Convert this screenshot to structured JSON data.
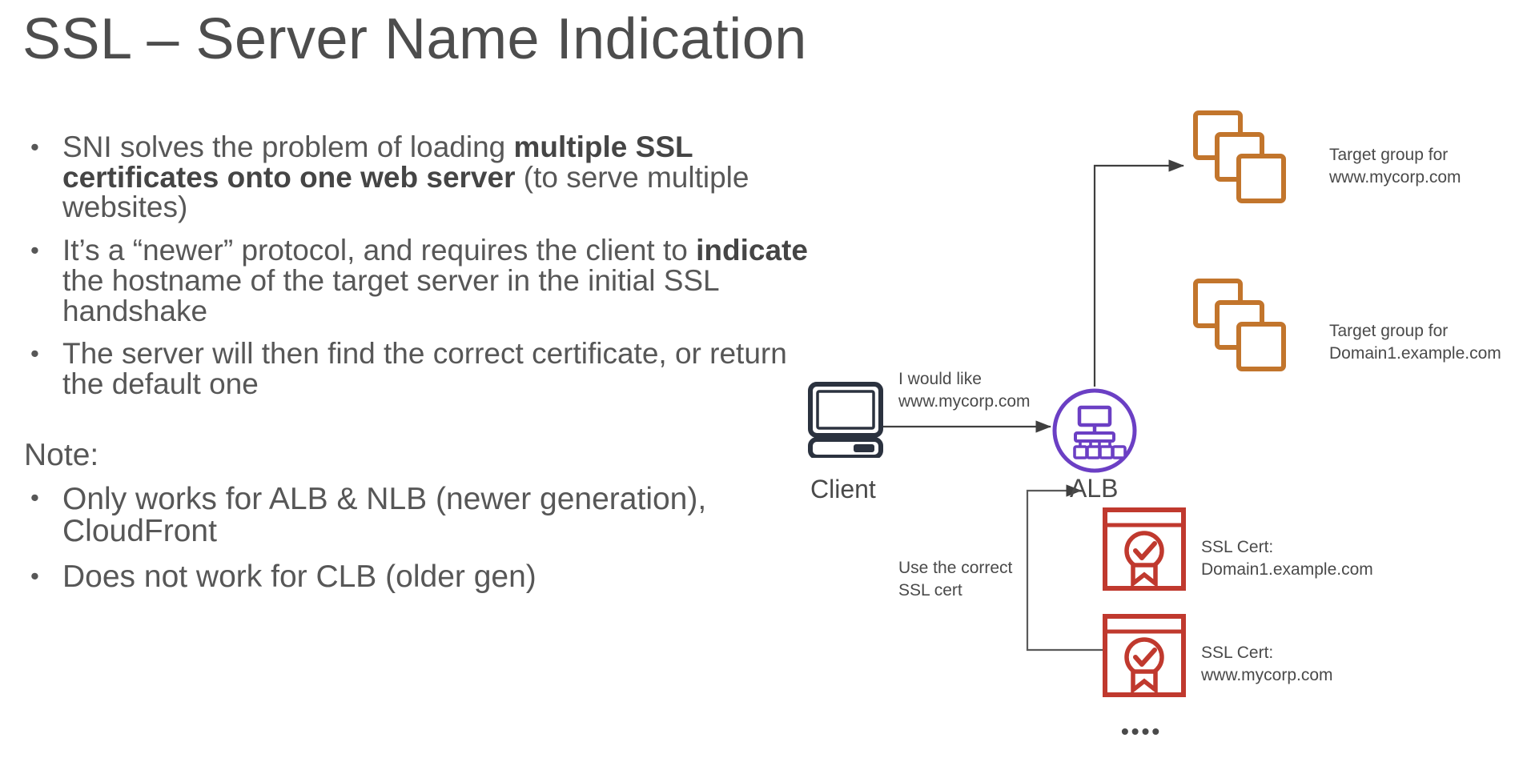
{
  "slide": {
    "title": "SSL – Server Name Indication",
    "title_color": "#4d4d4d",
    "background": "#ffffff"
  },
  "body": {
    "bullets": [
      {
        "bullet_glyph": "•",
        "parts": [
          {
            "text": "SNI solves the problem of loading ",
            "bold": false
          },
          {
            "text": "multiple SSL certificates onto one web server",
            "bold": true
          },
          {
            "text": " (to serve multiple websites)",
            "bold": false
          }
        ]
      },
      {
        "bullet_glyph": "•",
        "parts": [
          {
            "text": "It’s a “newer” protocol, and requires the client to ",
            "bold": false
          },
          {
            "text": "indicate",
            "bold": true
          },
          {
            "text": " the hostname of the target server in the initial SSL handshake",
            "bold": false
          }
        ]
      },
      {
        "bullet_glyph": "•",
        "parts": [
          {
            "text": "The server will then find the correct certificate, or return the default one",
            "bold": false
          }
        ]
      }
    ],
    "note_heading": "Note:",
    "note_bullets": [
      {
        "bullet_glyph": "•",
        "text": "Only works for ALB & NLB (newer generation), CloudFront"
      },
      {
        "bullet_glyph": "•",
        "text": "Does not work for CLB (older gen)"
      }
    ]
  },
  "diagram": {
    "client": {
      "caption": "Client",
      "icon": "desktop-computer-icon",
      "color": "#2b323f"
    },
    "alb": {
      "caption": "ALB",
      "icon": "load-balancer-icon",
      "color": "#6b3fc4"
    },
    "request_label": "I would like\nwww.mycorp.com",
    "cert_selection_label": "Use the correct\nSSL cert",
    "target_groups": [
      {
        "label": "Target group for\nwww.mycorp.com",
        "color": "#c2752c",
        "icon": "target-group-icon"
      },
      {
        "label": "Target group for\nDomain1.example.com",
        "color": "#c2752c",
        "icon": "target-group-icon"
      }
    ],
    "certificates": [
      {
        "label": "SSL Cert:\nDomain1.example.com",
        "color": "#c0392e",
        "icon": "ssl-certificate-icon"
      },
      {
        "label": "SSL Cert:\nwww.mycorp.com",
        "color": "#c0392e",
        "icon": "ssl-certificate-icon"
      }
    ],
    "ellipsis": "••••",
    "connector_color": "#3f3f3f"
  }
}
